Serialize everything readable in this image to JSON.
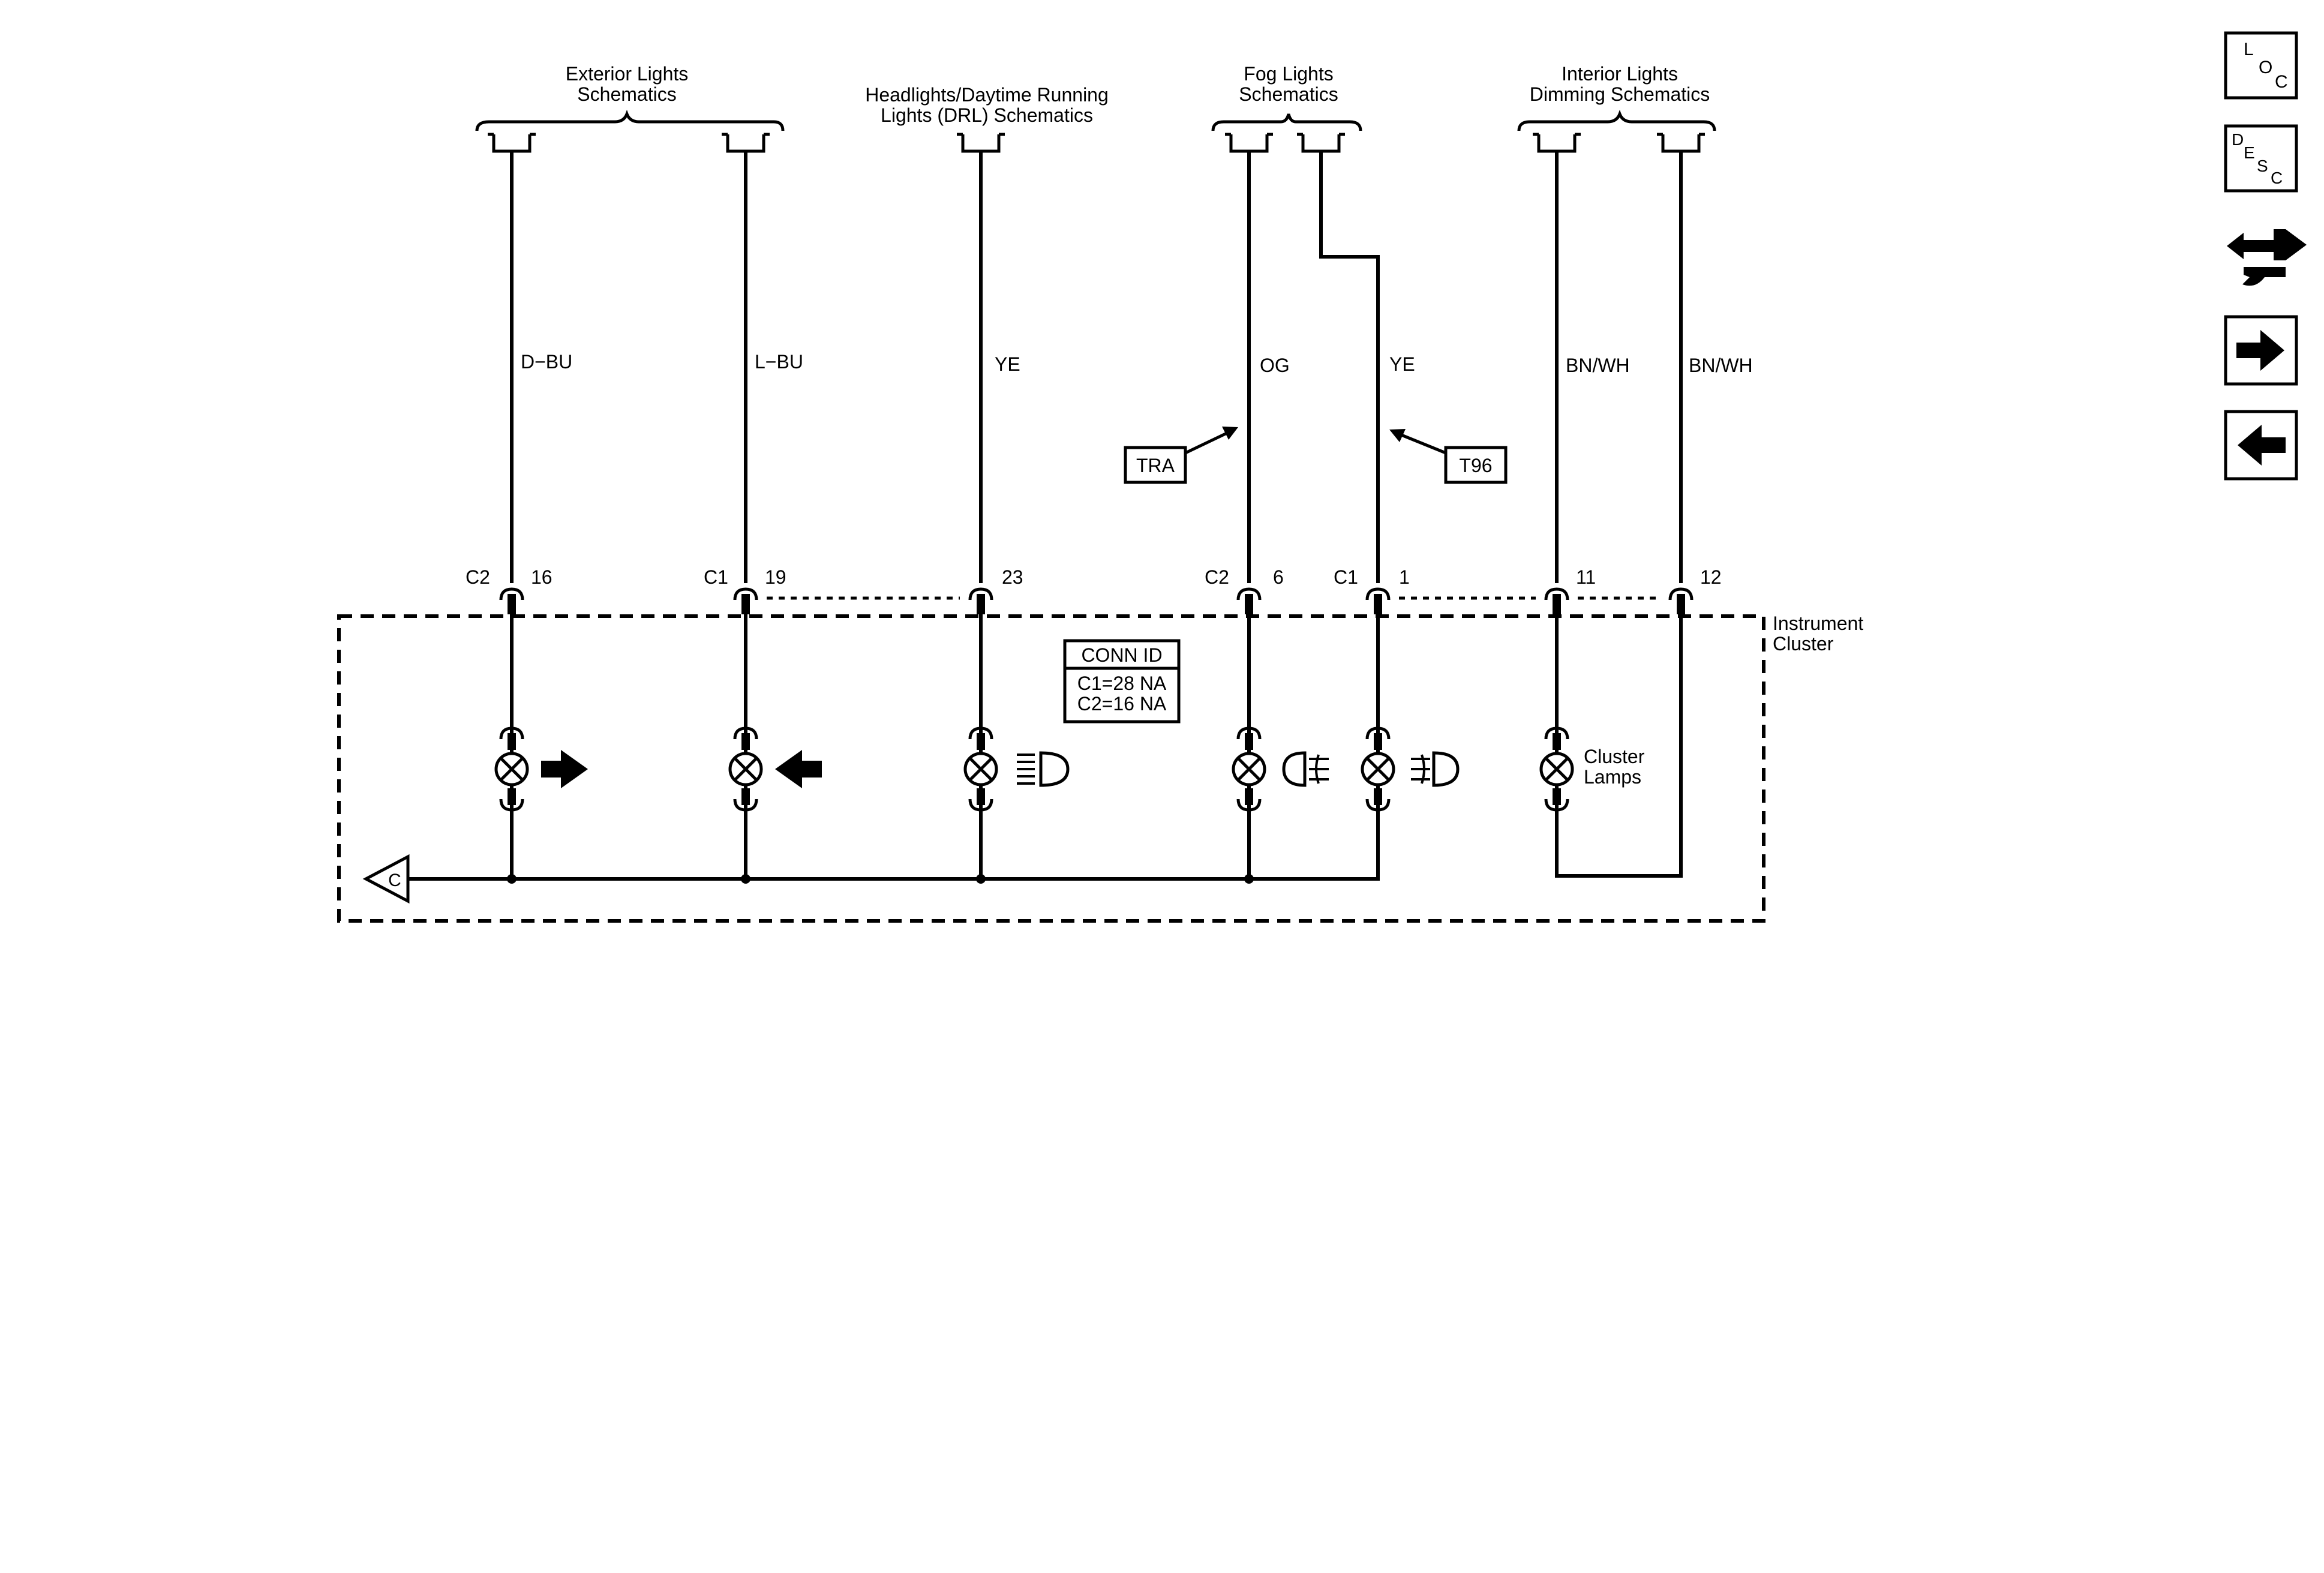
{
  "schematic_refs": {
    "exterior": [
      "Exterior Lights",
      "Schematics"
    ],
    "headlights": [
      "Headlights/Daytime Running",
      "Lights (DRL) Schematics"
    ],
    "fog": [
      "Fog Lights",
      "Schematics"
    ],
    "interior": [
      "Interior Lights",
      "Dimming Schematics"
    ]
  },
  "wires": {
    "w1": "D−BU",
    "w2": "L−BU",
    "w3": "YE",
    "w4": "OG",
    "w5": "YE",
    "w6": "BN/WH",
    "w7": "BN/WH"
  },
  "pins": {
    "c2a": "C2",
    "p16": "16",
    "c1a": "C1",
    "p19": "19",
    "p23": "23",
    "c2b": "C2",
    "p6": "6",
    "c1b": "C1",
    "p1": "1",
    "p11": "11",
    "p12": "12"
  },
  "options": {
    "tra": "TRA",
    "t96": "T96"
  },
  "component": [
    "Instrument",
    "Cluster"
  ],
  "conn_id": {
    "title": "CONN ID",
    "lines": [
      "C1=28 NA",
      "C2=16 NA"
    ]
  },
  "cluster_lamps": [
    "Cluster",
    "Lamps"
  ],
  "ground_ref": "C",
  "nav": {
    "loc": [
      "L",
      "O",
      "C"
    ],
    "desc": [
      "D",
      "E",
      "S",
      "C"
    ]
  }
}
